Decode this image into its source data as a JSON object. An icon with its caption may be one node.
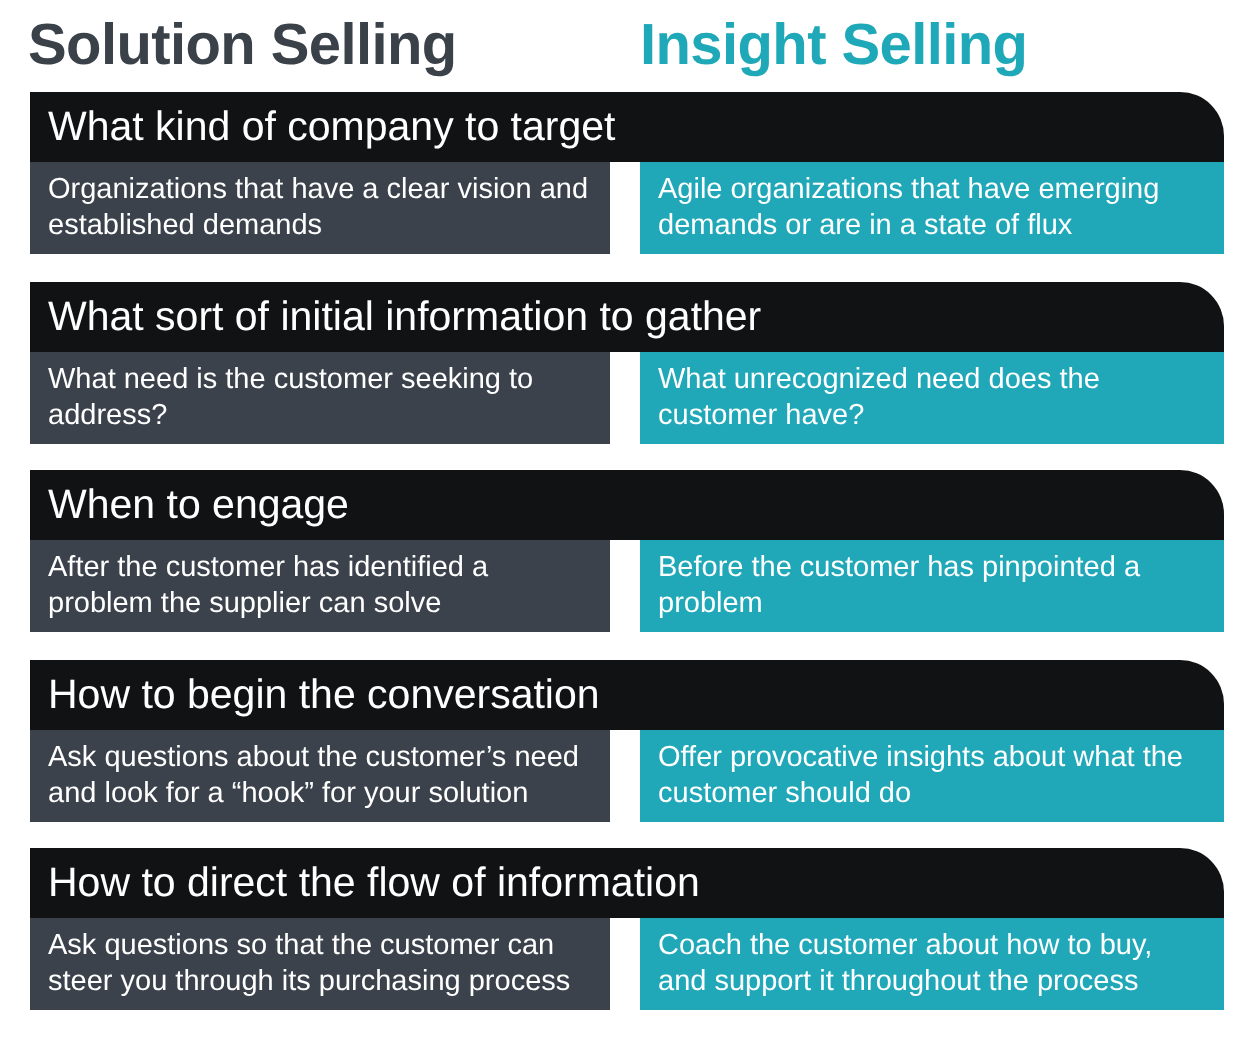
{
  "diagram": {
    "labels": [
      "Solution Selling",
      "Insight Selling",
      "What kind of company to target",
      "Organizations that have a clear vision and established demands",
      "Agile organizations that have emerging demands or are in a state of flux",
      "What sort of initial information to gather",
      "What need is the customer seeking to address?",
      "What unrecognized need does the customer have?",
      "When to engage",
      "After the customer has identified a problem the supplier can solve",
      "Before the customer has pinpointed a problem",
      "How to begin the conversation",
      "Ask questions about the customer’s need and look for a “hook” for your solution",
      "Offer provocative insights about what the customer should do",
      "How to direct the flow of information",
      "Ask questions so that the customer can steer you through its purchasing process",
      "Coach the customer about how to buy, and support it throughout the process"
    ]
  }
}
